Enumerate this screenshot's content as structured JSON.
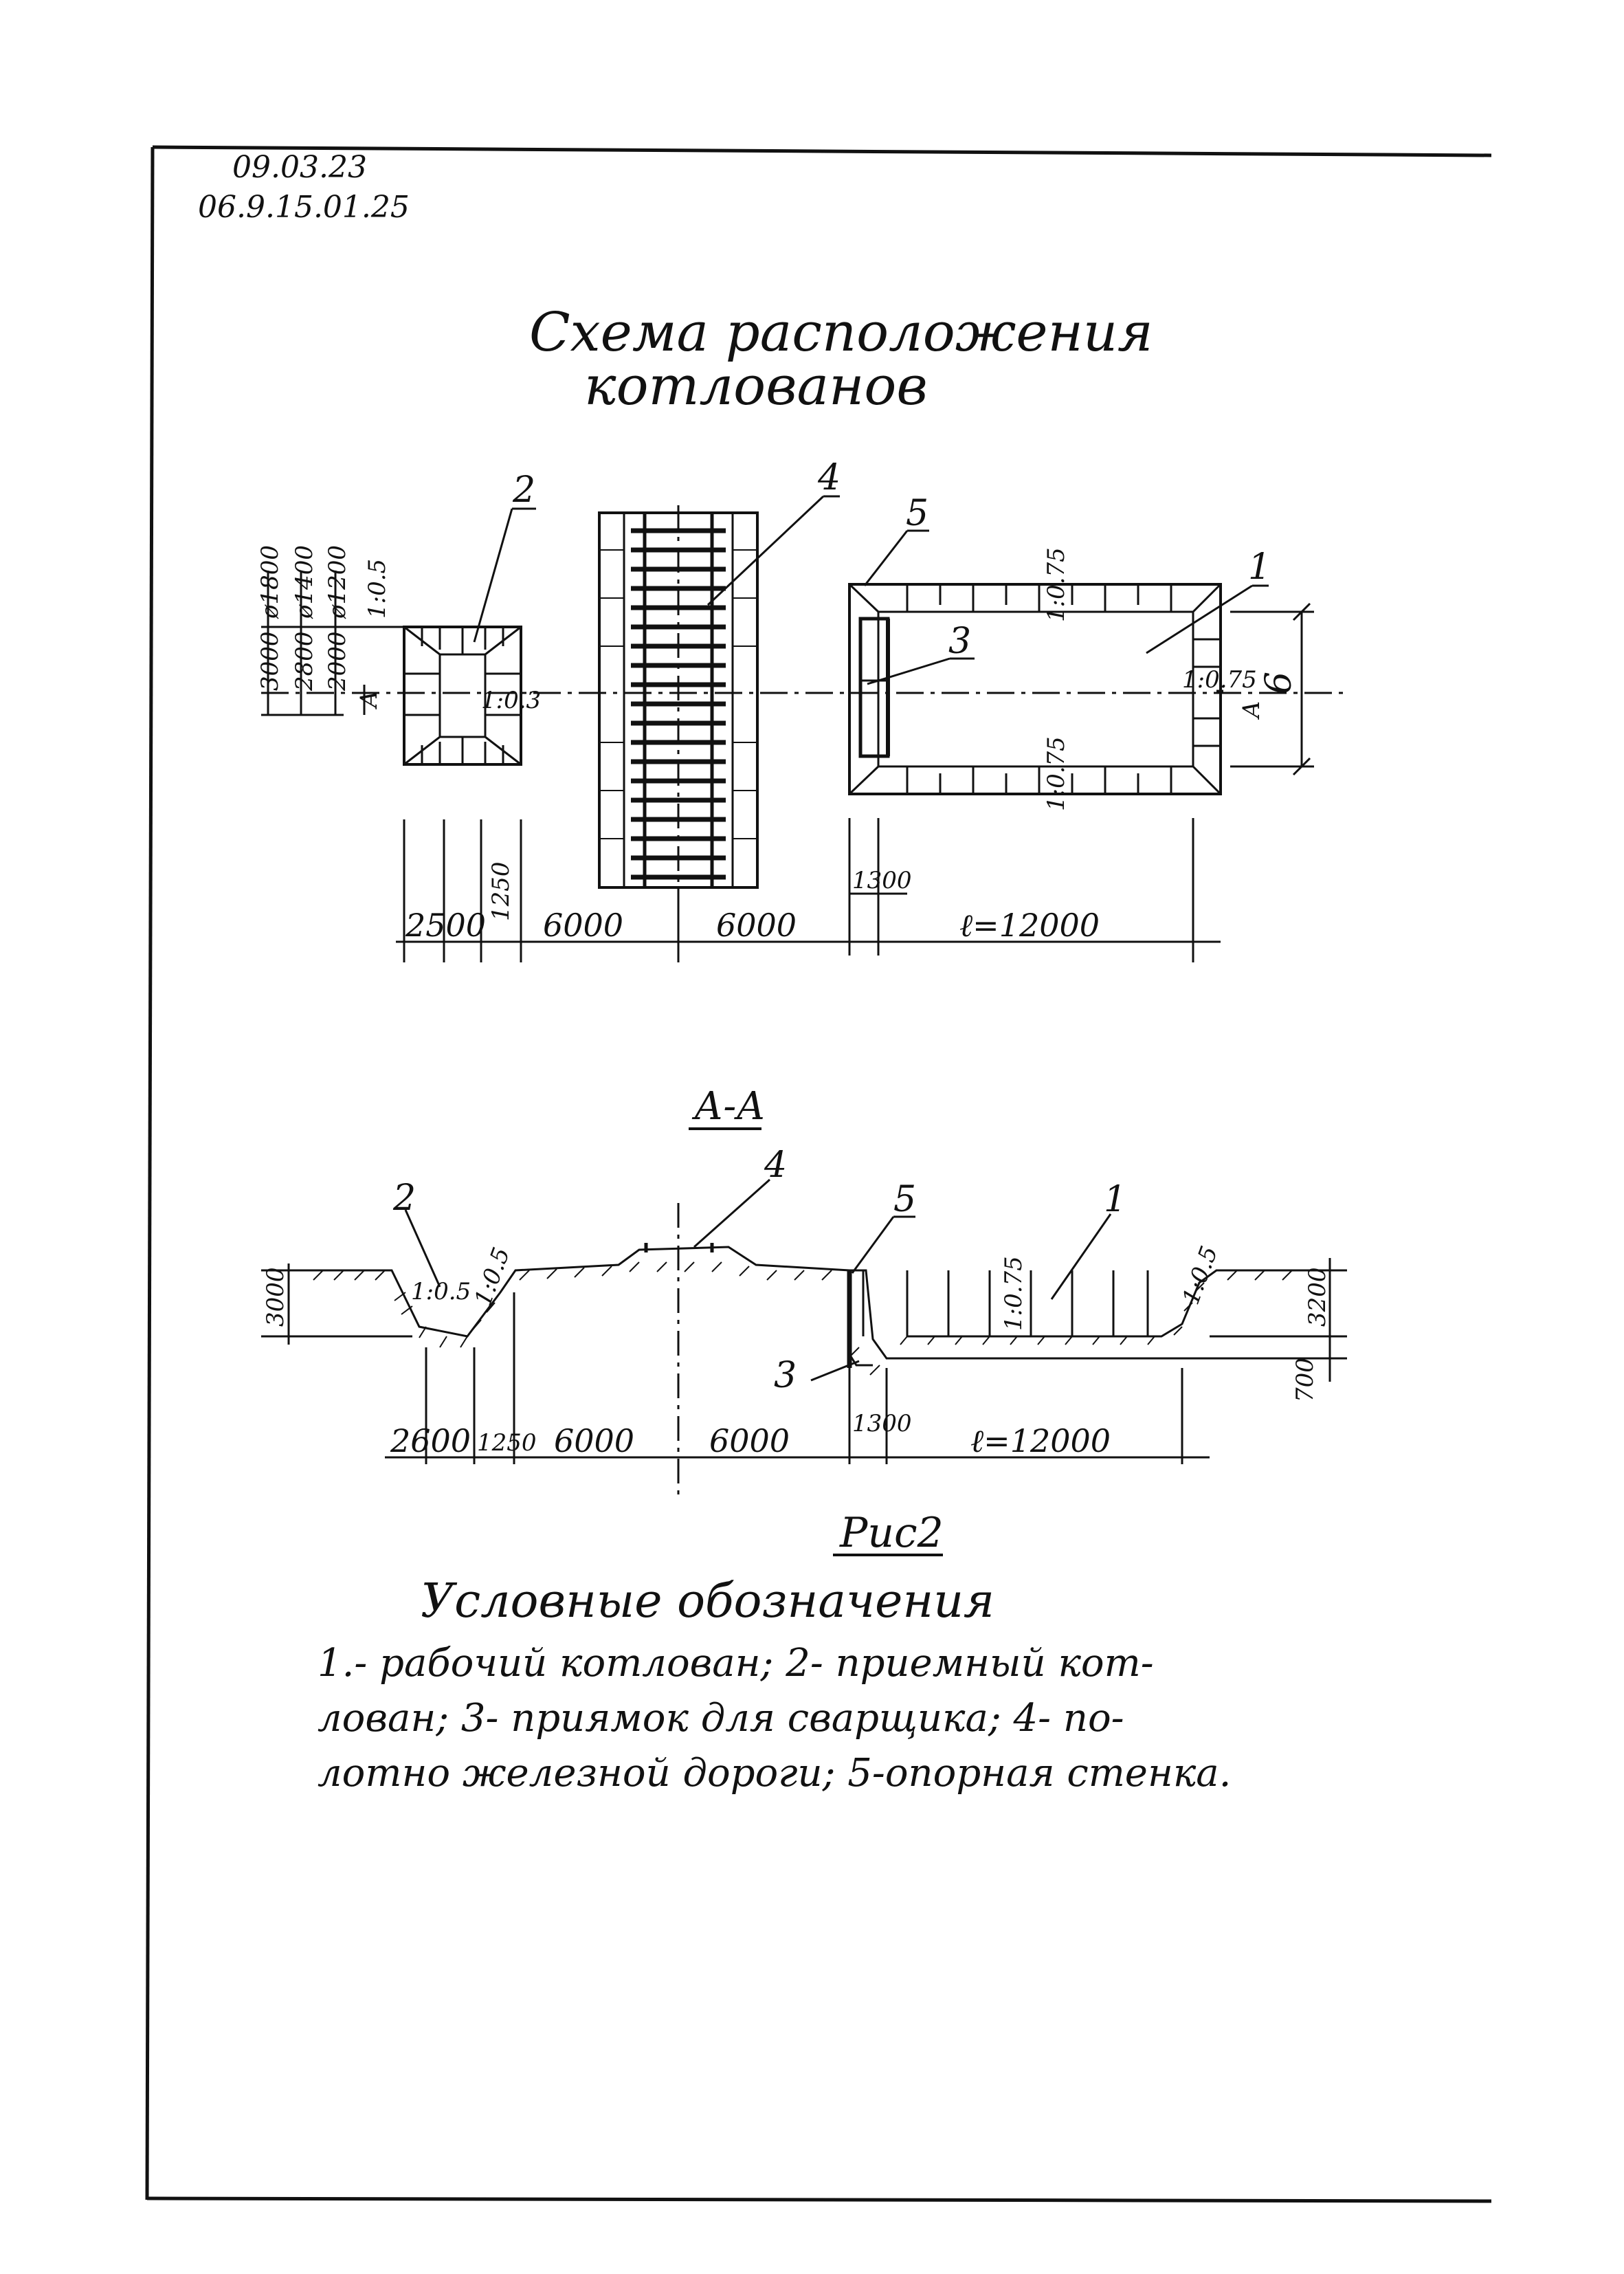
{
  "doc_codes": [
    "09.03.23",
    "06.9.15.01.25"
  ],
  "title": [
    "Схема расположения",
    "котлованов"
  ],
  "plan": {
    "callouts": {
      "c2": "2",
      "c4": "4",
      "c5": "5",
      "c1": "1",
      "c3": "3"
    },
    "left_dims": [
      "3000",
      "ø1800",
      "2800",
      "ø1400",
      "2000",
      "ø1200"
    ],
    "section_mark_left": "А",
    "section_mark_right": "А",
    "slopes": {
      "pit2_top": "1:0.5",
      "pit2_side": "1:0.3",
      "pit1_top": "1:0.75",
      "pit1_right": "1:0.75",
      "pit1_bottom": "1:0.75"
    },
    "pit1_width_dim": "6",
    "bottom_dims": {
      "d2500": "2500",
      "d1250": "1250",
      "d6000a": "6000",
      "d6000b": "6000",
      "d1300": "1300",
      "dl": "ℓ=12000"
    }
  },
  "section": {
    "label": "А-А",
    "callouts": {
      "c2": "2",
      "c4": "4",
      "c5": "5",
      "c1": "1",
      "c3": "3"
    },
    "slopes": {
      "s1": "1:0.5",
      "s2": "1:0.5",
      "s3": "1:0.75",
      "s4": "1:0.5"
    },
    "left_depth": "3000",
    "right_depth": "3200",
    "sub_depth": "700",
    "bottom_dims": {
      "d2600": "2600",
      "d1250": "1250",
      "d6000a": "6000",
      "d6000b": "6000",
      "d1300": "1300",
      "dl": "ℓ=12000"
    }
  },
  "figure_label": "Рис2",
  "legend": {
    "heading": "Условные обозначения",
    "lines": [
      "1.- рабочий котлован; 2- приемный кот-",
      "лован; 3- приямок для сварщика; 4- по-",
      "лотно железной дороги; 5-опорная стенка."
    ]
  }
}
